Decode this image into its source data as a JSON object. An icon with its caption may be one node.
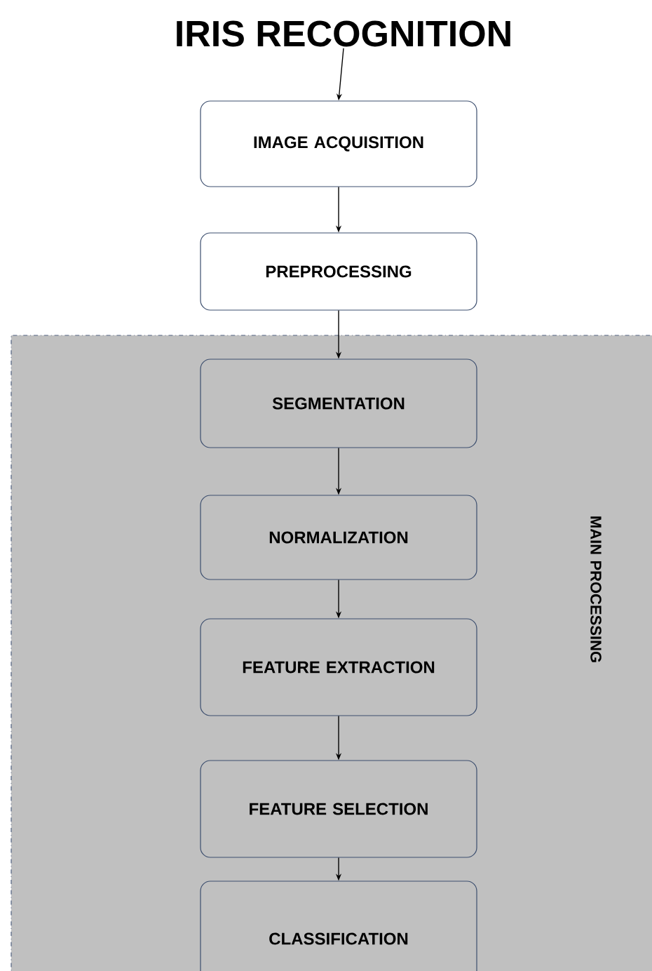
{
  "diagram": {
    "nodes": [
      {
        "text": [
          "IRIS RECOGNITION"
        ]
      },
      {
        "text": [
          "IMAGE ACQUISITION"
        ]
      },
      {
        "text": [
          "PREPROCESSING"
        ]
      },
      {
        "text": [
          "MAIN PROCESSING"
        ]
      },
      {
        "text": [
          "SEGMENTATION"
        ],
        "in": 3
      },
      {
        "text": [
          "NORMALIZATION"
        ],
        "in": 3
      },
      {
        "text": [
          "FEATURE EXTRACTION"
        ],
        "in": 3
      },
      {
        "text": [
          "FEATURE SELECTION"
        ],
        "in": 3
      },
      {
        "text": [
          "CLASSIFICATION"
        ],
        "in": 3
      }
    ],
    "edges": [
      {
        "from": 0,
        "to": 1,
        "arrow": "to"
      },
      {
        "from": 1,
        "to": 2,
        "arrow": "to"
      },
      {
        "from": 2,
        "to": 4,
        "arrow": "to"
      },
      {
        "from": 4,
        "to": 5,
        "arrow": "to"
      },
      {
        "from": 5,
        "to": 6,
        "arrow": "to"
      },
      {
        "from": 6,
        "to": 7,
        "arrow": "to"
      },
      {
        "from": 7,
        "to": 8,
        "arrow": "to"
      }
    ]
  }
}
